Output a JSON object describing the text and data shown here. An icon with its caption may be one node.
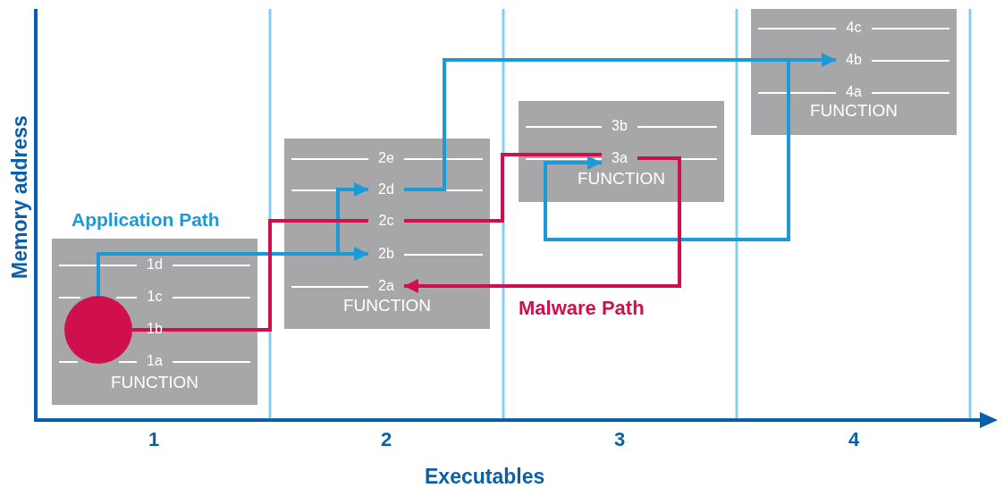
{
  "diagram": {
    "nodes": [
      {
        "text": [
          "FUNCTION"
        ]
      },
      {
        "text": [
          "1d"
        ],
        "in": 0
      },
      {
        "text": [
          "1c"
        ],
        "in": 0
      },
      {
        "text": [
          "1b"
        ],
        "in": 0
      },
      {
        "text": [
          "1a"
        ],
        "in": 0
      },
      {
        "text": [],
        "shape": "circle",
        "in": 0
      },
      {
        "text": [
          "FUNCTION"
        ]
      },
      {
        "text": [
          "2e"
        ],
        "in": 6
      },
      {
        "text": [
          "2d"
        ],
        "in": 6
      },
      {
        "text": [
          "2c"
        ],
        "in": 6
      },
      {
        "text": [
          "2b"
        ],
        "in": 6
      },
      {
        "text": [
          "2a"
        ],
        "in": 6
      },
      {
        "text": [
          "FUNCTION"
        ]
      },
      {
        "text": [
          "3b"
        ],
        "in": 12
      },
      {
        "text": [
          "3a"
        ],
        "in": 12
      },
      {
        "text": [
          "FUNCTION"
        ]
      },
      {
        "text": [
          "4c"
        ],
        "in": 15
      },
      {
        "text": [
          "4b"
        ],
        "in": 15
      },
      {
        "text": [
          "4a"
        ],
        "in": 15
      }
    ],
    "edges": [
      {
        "from": 5,
        "to": 10,
        "arrow": "to",
        "color": "#1a9ad6"
      },
      {
        "from": 10,
        "to": 8,
        "arrow": "to",
        "color": "#1a9ad6"
      },
      {
        "from": 8,
        "to": 17,
        "arrow": "to",
        "color": "#1a9ad6"
      },
      {
        "from": 17,
        "to": 14,
        "arrow": "to",
        "color": "#1a9ad6"
      },
      {
        "from": 5,
        "to": 9,
        "arrow": "none",
        "color": "#d0104c"
      },
      {
        "from": 9,
        "to": 14,
        "arrow": "none",
        "color": "#d0104c"
      },
      {
        "from": 14,
        "to": 11,
        "arrow": "to",
        "color": "#d0104c"
      }
    ],
    "labels": [
      "Application Path",
      "Memory address",
      "Malware Path",
      "1",
      "2",
      "3",
      "4",
      "Executables"
    ]
  }
}
